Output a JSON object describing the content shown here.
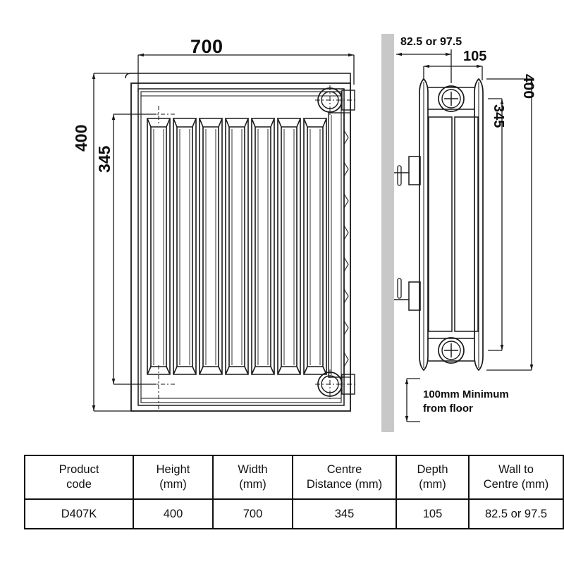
{
  "document": {
    "type": "technical-drawing",
    "subject": "Compact panel radiator dimensional drawing"
  },
  "front_view": {
    "name": "front-elevation",
    "width_label": "700",
    "height_overall_label": "400",
    "height_centre_label": "345",
    "fin_count": 7
  },
  "side_view": {
    "name": "side-elevation",
    "wall_to_centre_label": "82.5 or 97.5",
    "depth_label": "105",
    "height_centre_label": "345",
    "height_overall_label": "400",
    "floor_note": "100mm Minimum\nfrom floor"
  },
  "colors": {
    "line": "#1a1a1a",
    "wall_fill": "#c8c8c8",
    "background": "#ffffff"
  },
  "table": {
    "headers": [
      {
        "line1": "Product",
        "line2": "code"
      },
      {
        "line1": "Height",
        "line2": "(mm)"
      },
      {
        "line1": "Width",
        "line2": "(mm)"
      },
      {
        "line1": "Centre",
        "line2": "Distance (mm)"
      },
      {
        "line1": "Depth",
        "line2": "(mm)"
      },
      {
        "line1": "Wall to",
        "line2": "Centre (mm)"
      }
    ],
    "rows": [
      {
        "product_code": "D407K",
        "height": "400",
        "width": "700",
        "centre_distance": "345",
        "depth": "105",
        "wall_to_centre": "82.5 or 97.5"
      }
    ]
  }
}
